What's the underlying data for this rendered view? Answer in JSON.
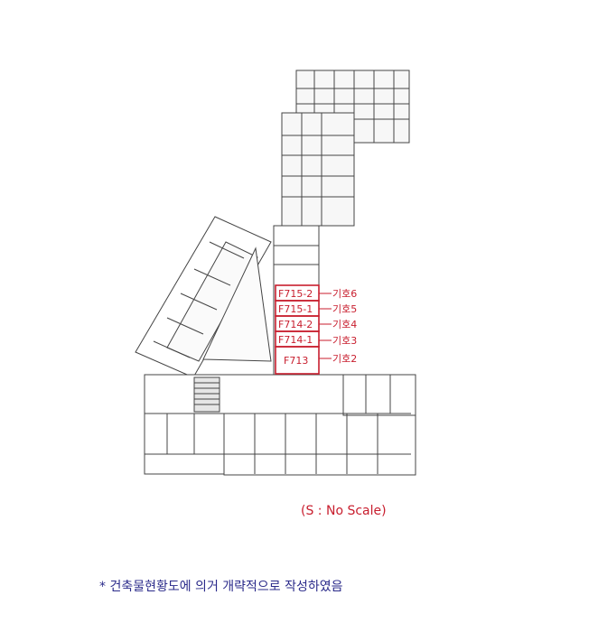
{
  "units": [
    {
      "id": "unit-f715-2",
      "label": "F715-2",
      "callout": "기호6"
    },
    {
      "id": "unit-f715-1",
      "label": "F715-1",
      "callout": "기호5"
    },
    {
      "id": "unit-f714-2",
      "label": "F714-2",
      "callout": "기호4"
    },
    {
      "id": "unit-f714-1",
      "label": "F714-1",
      "callout": "기호3"
    },
    {
      "id": "unit-f713",
      "label": "F713",
      "callout": "기호2"
    }
  ],
  "scale_note": "(S : No Scale)",
  "footnote": "* 건축물현황도에 의거 개략적으로 작성하였음",
  "colors": {
    "highlight": "#c81e2e",
    "line": "#444444",
    "footnote": "#2a2a8a"
  }
}
